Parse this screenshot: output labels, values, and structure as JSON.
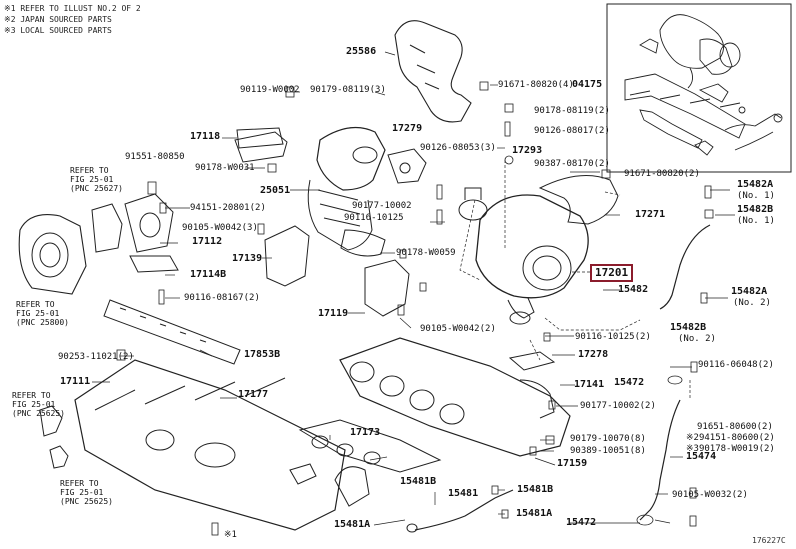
{
  "header_notes": [
    "※1 REFER TO ILLUST NO.2 OF 2",
    "※2 JAPAN SOURCED PARTS",
    "※3 LOCAL SOURCED PARTS"
  ],
  "illustration_id": "176227C",
  "highlight": "17201",
  "labels": [
    {
      "id": "25586",
      "t": "25586",
      "b": true
    },
    {
      "id": "90119-W0002",
      "t": "90119-W0002",
      "b": false
    },
    {
      "id": "90179-08119",
      "t": "90179-08119(3)",
      "b": false
    },
    {
      "id": "91671-80820-4",
      "t": "91671-80820(4)",
      "b": false
    },
    {
      "id": "04175",
      "t": "04175",
      "b": true
    },
    {
      "id": "90178-08119",
      "t": "90178-08119(2)",
      "b": false
    },
    {
      "id": "17118",
      "t": "17118",
      "b": true
    },
    {
      "id": "17279",
      "t": "17279",
      "b": true
    },
    {
      "id": "90126-08017",
      "t": "90126-08017(2)",
      "b": false
    },
    {
      "id": "91551-80850",
      "t": "91551-80850",
      "b": false
    },
    {
      "id": "90178-W0031",
      "t": "90178-W0031",
      "b": false
    },
    {
      "id": "90126-08053",
      "t": "90126-08053(3)",
      "b": false
    },
    {
      "id": "17293",
      "t": "17293",
      "b": true
    },
    {
      "id": "90387-08170",
      "t": "90387-08170(2)",
      "b": false
    },
    {
      "id": "ref-25627",
      "t": "REFER TO\nFIG 25-01\n(PNC 25627)",
      "b": false
    },
    {
      "id": "25051",
      "t": "25051",
      "b": true
    },
    {
      "id": "91671-80820-2",
      "t": "91671-80820(2)",
      "b": false
    },
    {
      "id": "15482A",
      "t": "15482A",
      "b": true
    },
    {
      "id": "15482A-n1",
      "t": "(No. 1)",
      "b": false
    },
    {
      "id": "94151-20801",
      "t": "94151-20801(2)",
      "b": false
    },
    {
      "id": "90177-10002-top",
      "t": "90177-10002",
      "b": false
    },
    {
      "id": "17271",
      "t": "17271",
      "b": true
    },
    {
      "id": "15482B",
      "t": "15482B",
      "b": true
    },
    {
      "id": "15482B-n1",
      "t": "(No. 1)",
      "b": false
    },
    {
      "id": "90105-W0042-3",
      "t": "90105-W0042(3)",
      "b": false
    },
    {
      "id": "90116-10125",
      "t": "90116-10125",
      "b": false
    },
    {
      "id": "17112",
      "t": "17112",
      "b": true
    },
    {
      "id": "17139",
      "t": "17139",
      "b": true
    },
    {
      "id": "90178-W0059",
      "t": "90178-W0059",
      "b": false
    },
    {
      "id": "17114B",
      "t": "17114B",
      "b": true
    },
    {
      "id": "15482",
      "t": "15482",
      "b": true
    },
    {
      "id": "15482A-2",
      "t": "15482A",
      "b": true
    },
    {
      "id": "15482A-n2",
      "t": "(No. 2)",
      "b": false
    },
    {
      "id": "90116-08167",
      "t": "90116-08167(2)",
      "b": false
    },
    {
      "id": "ref-25800",
      "t": "REFER TO\nFIG 25-01\n(PNC 25800)",
      "b": false
    },
    {
      "id": "17119",
      "t": "17119",
      "b": true
    },
    {
      "id": "90105-W0042-2",
      "t": "90105-W0042(2)",
      "b": false
    },
    {
      "id": "15482B-2",
      "t": "15482B",
      "b": true
    },
    {
      "id": "15482B-n2",
      "t": "(No. 2)",
      "b": false
    },
    {
      "id": "90116-10125-2",
      "t": "90116-10125(2)",
      "b": false
    },
    {
      "id": "90253-11021",
      "t": "90253-11021(2)",
      "b": false
    },
    {
      "id": "17853B",
      "t": "17853B",
      "b": true
    },
    {
      "id": "17278",
      "t": "17278",
      "b": true
    },
    {
      "id": "90116-06048",
      "t": "90116-06048(2)",
      "b": false
    },
    {
      "id": "17111",
      "t": "17111",
      "b": true
    },
    {
      "id": "17141",
      "t": "17141",
      "b": true
    },
    {
      "id": "15472-top",
      "t": "15472",
      "b": true
    },
    {
      "id": "17177",
      "t": "17177",
      "b": true
    },
    {
      "id": "ref-25625-a",
      "t": "REFER TO\nFIG 25-01\n(PNC 25625)",
      "b": false
    },
    {
      "id": "90177-10002-2",
      "t": "90177-10002(2)",
      "b": false
    },
    {
      "id": "91651-80600",
      "t": "91651-80600(2)",
      "b": false
    },
    {
      "id": "294151",
      "t": "※294151-80600(2)",
      "b": false
    },
    {
      "id": "390178",
      "t": "※390178-W0019(2)",
      "b": false
    },
    {
      "id": "17173",
      "t": "17173",
      "b": true
    },
    {
      "id": "90179-10070",
      "t": "90179-10070(8)",
      "b": false
    },
    {
      "id": "90389-10051",
      "t": "90389-10051(8)",
      "b": false
    },
    {
      "id": "17159",
      "t": "17159",
      "b": true
    },
    {
      "id": "15474",
      "t": "15474",
      "b": true
    },
    {
      "id": "ref-25625-b",
      "t": "REFER TO\nFIG 25-01\n(PNC 25625)",
      "b": false
    },
    {
      "id": "15481B-top",
      "t": "15481B",
      "b": true
    },
    {
      "id": "15481",
      "t": "15481",
      "b": true
    },
    {
      "id": "15481B",
      "t": "15481B",
      "b": true
    },
    {
      "id": "90105-W0032",
      "t": "90105-W0032(2)",
      "b": false
    },
    {
      "id": "15481A-l",
      "t": "15481A",
      "b": true
    },
    {
      "id": "15481A-r",
      "t": "15481A",
      "b": true
    },
    {
      "id": "15472-bot",
      "t": "15472",
      "b": true
    },
    {
      "id": "note-1",
      "t": "※1",
      "b": false
    }
  ]
}
